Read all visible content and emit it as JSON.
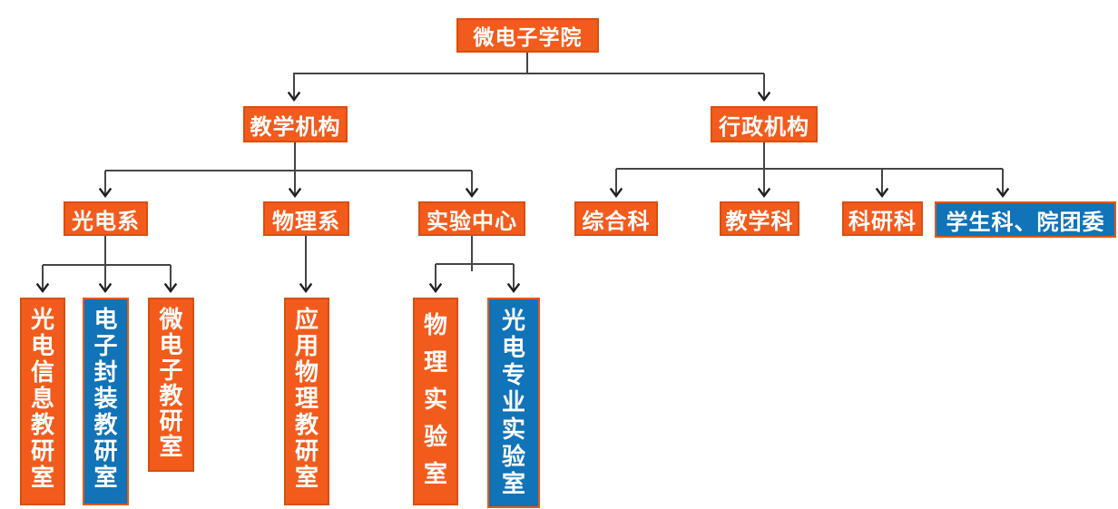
{
  "colors": {
    "node_orange": "#F25B1C",
    "node_orange_border": "#D94E0E",
    "node_blue": "#1173B8",
    "node_blue_border": "#E05A12",
    "connector_line": "#454545",
    "text": "#FFFFFF"
  },
  "nodes": {
    "root": {
      "label": "微电子学院",
      "color": "orange"
    },
    "teaching": {
      "label": "教学机构",
      "color": "orange"
    },
    "admin": {
      "label": "行政机构",
      "color": "orange"
    },
    "optoelectronics_dept": {
      "label": "光电系",
      "color": "orange"
    },
    "physics_dept": {
      "label": "物理系",
      "color": "orange"
    },
    "lab_center": {
      "label": "实验中心",
      "color": "orange"
    },
    "general_office": {
      "label": "综合科",
      "color": "orange"
    },
    "teaching_office": {
      "label": "教学科",
      "color": "orange"
    },
    "research_office": {
      "label": "科研科",
      "color": "orange"
    },
    "student_office": {
      "label": "学生科、院团委",
      "color": "blue"
    },
    "optoelectronic_info": {
      "label": "光电信息教研室",
      "color": "orange"
    },
    "electronic_packaging": {
      "label": "电子封装教研室",
      "color": "blue"
    },
    "microelectronics_office": {
      "label": "微电子教研室",
      "color": "orange"
    },
    "applied_physics": {
      "label": "应用物理教研室",
      "color": "orange"
    },
    "physics_lab": {
      "label": "物理实验室",
      "color": "orange"
    },
    "optoelectronic_lab": {
      "label": "光电专业实验室",
      "color": "blue"
    }
  },
  "edges": [
    [
      "root",
      "teaching"
    ],
    [
      "root",
      "admin"
    ],
    [
      "teaching",
      "optoelectronics_dept"
    ],
    [
      "teaching",
      "physics_dept"
    ],
    [
      "teaching",
      "lab_center"
    ],
    [
      "admin",
      "general_office"
    ],
    [
      "admin",
      "teaching_office"
    ],
    [
      "admin",
      "research_office"
    ],
    [
      "admin",
      "student_office"
    ],
    [
      "optoelectronics_dept",
      "optoelectronic_info"
    ],
    [
      "optoelectronics_dept",
      "electronic_packaging"
    ],
    [
      "optoelectronics_dept",
      "microelectronics_office"
    ],
    [
      "physics_dept",
      "applied_physics"
    ],
    [
      "lab_center",
      "physics_lab"
    ],
    [
      "lab_center",
      "optoelectronic_lab"
    ]
  ]
}
